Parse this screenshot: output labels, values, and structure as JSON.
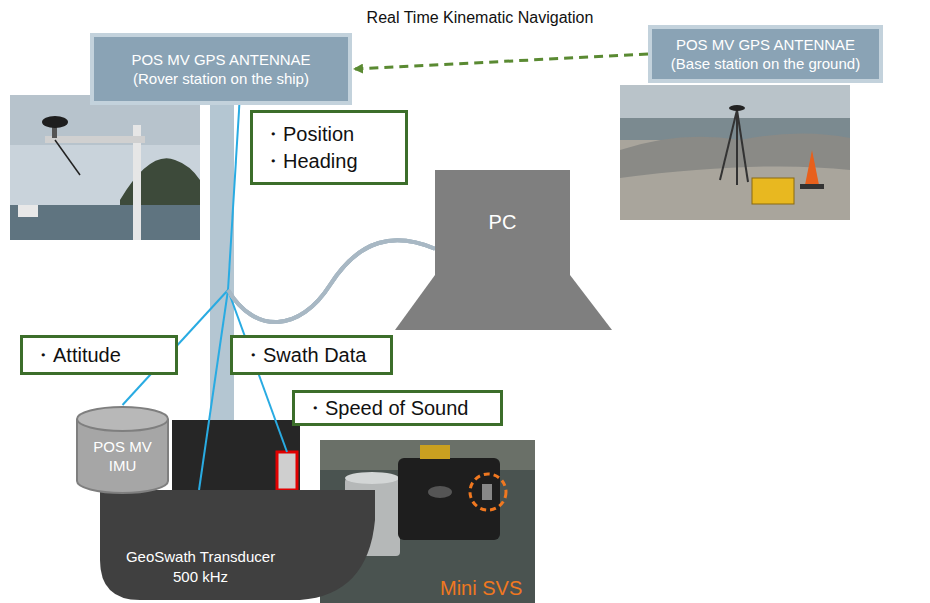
{
  "diagram": {
    "nodes": [
      {
        "text": [
          "POS MV GPS ANTENNAE (Rover station on the ship)"
        ]
      },
      {
        "text": [
          "POS MV GPS ANTENNAE (Base station on the ground)"
        ]
      },
      {
        "text": [
          "・Position",
          "・Heading"
        ]
      },
      {
        "text": [
          "PC"
        ]
      },
      {
        "text": [
          "・Attitude"
        ]
      },
      {
        "text": [
          "・Swath Data"
        ]
      },
      {
        "text": [
          "・Speed of Sound"
        ]
      },
      {
        "text": [
          "POS MV IMU"
        ]
      },
      {
        "text": [
          "GeoSwath Transducer 500 kHz"
        ]
      }
    ],
    "edges": [
      {
        "from": 1,
        "to": 0,
        "arrow": "to",
        "label": "Real Time Kinematic Navigation"
      },
      {
        "from": 0,
        "to": 3,
        "arrow": "none"
      },
      {
        "from": 7,
        "to": 3,
        "arrow": "none"
      },
      {
        "from": 8,
        "to": 3,
        "arrow": "none"
      }
    ],
    "labels": [
      "Mini SVS"
    ]
  }
}
